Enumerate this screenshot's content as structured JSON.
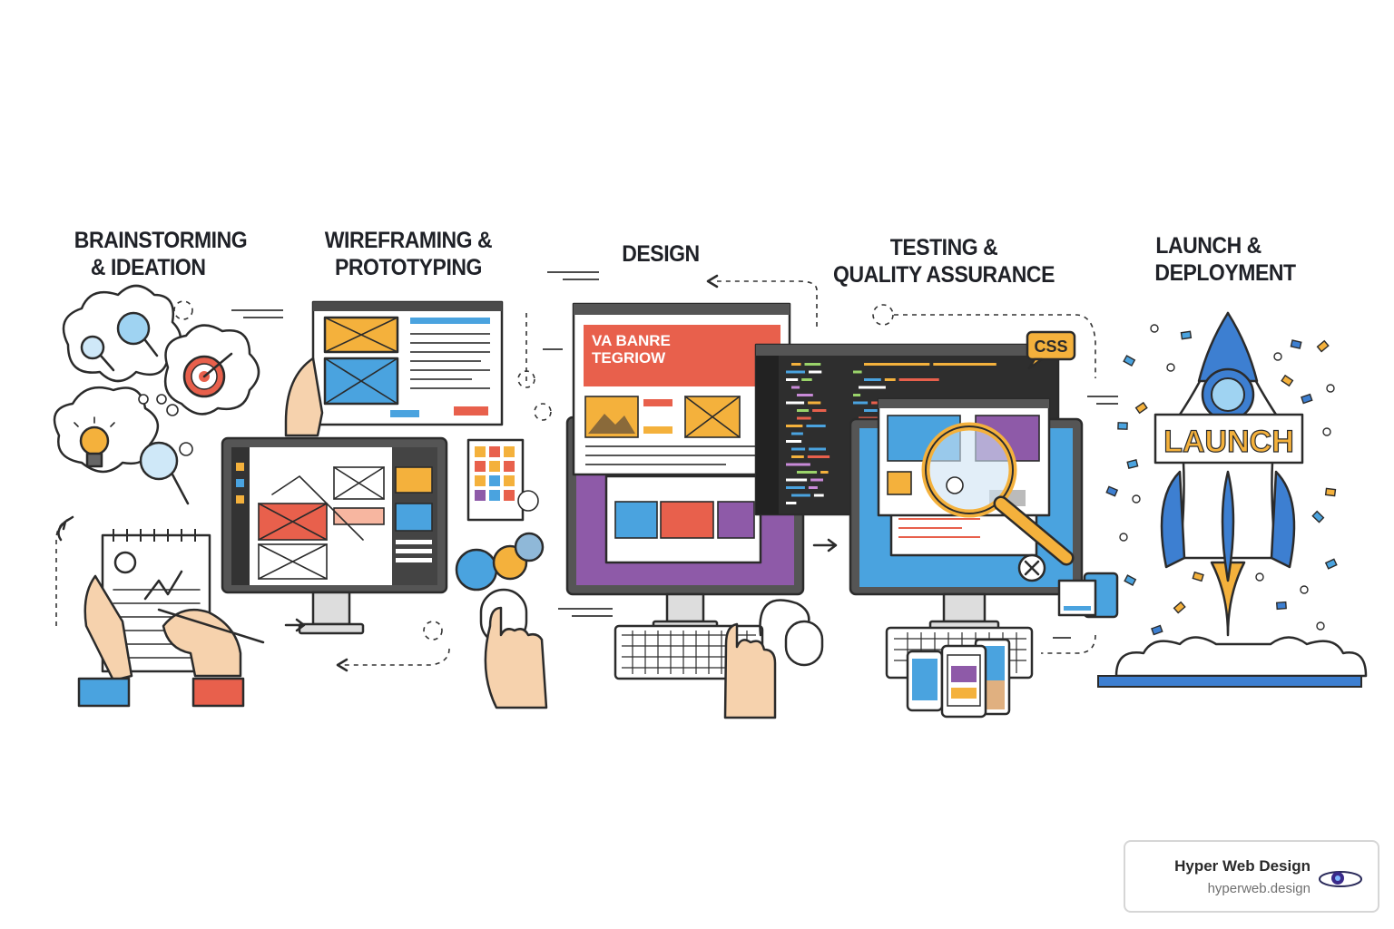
{
  "stages": [
    {
      "line1": "BRAINSTORMING",
      "line2": "& IDEATION"
    },
    {
      "line1": "WIREFRAMING &",
      "line2": "PROTOTYPING"
    },
    {
      "line1": "DESIGN",
      "line2": ""
    },
    {
      "line1": "TESTING &",
      "line2": "QUALITY ASSURANCE"
    },
    {
      "line1": "LAUNCH &",
      "line2": "DEPLOYMENT"
    }
  ],
  "design_banner": {
    "line1": "VA BANRE",
    "line2": "TEGRIOW"
  },
  "css_badge": "CSS",
  "launch_sign": "LAUNCH",
  "brand": {
    "name": "Hyper Web Design",
    "url": "hyperweb.design"
  },
  "colors": {
    "outline": "#2b2b2b",
    "orange": "#f4b13c",
    "blue": "#4aa3df",
    "red": "#e8604c",
    "purple": "#8e5aa8",
    "skin": "#f6d2ad",
    "rocket_blue": "#3d7fd1",
    "code_bg": "#2e2e2e"
  },
  "icons": [
    "lightbulb-icon",
    "magnifier-icon",
    "target-icon",
    "rocket-icon",
    "mouse-icon",
    "keyboard-icon",
    "phone-icon",
    "tablet-icon",
    "close-icon"
  ]
}
